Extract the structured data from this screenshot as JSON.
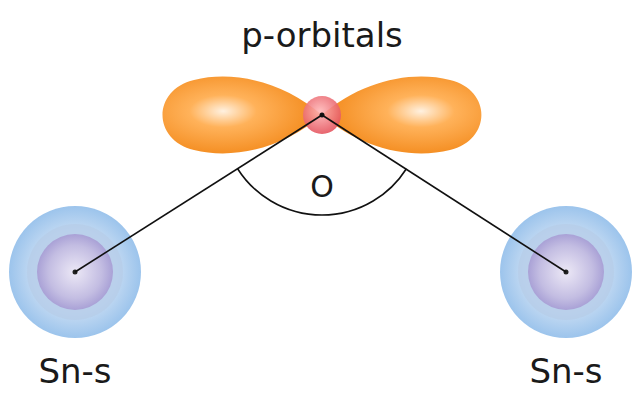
{
  "diagram": {
    "labels": [
      "p-orbitals",
      "O",
      "Sn-s",
      "Sn-s"
    ]
  }
}
